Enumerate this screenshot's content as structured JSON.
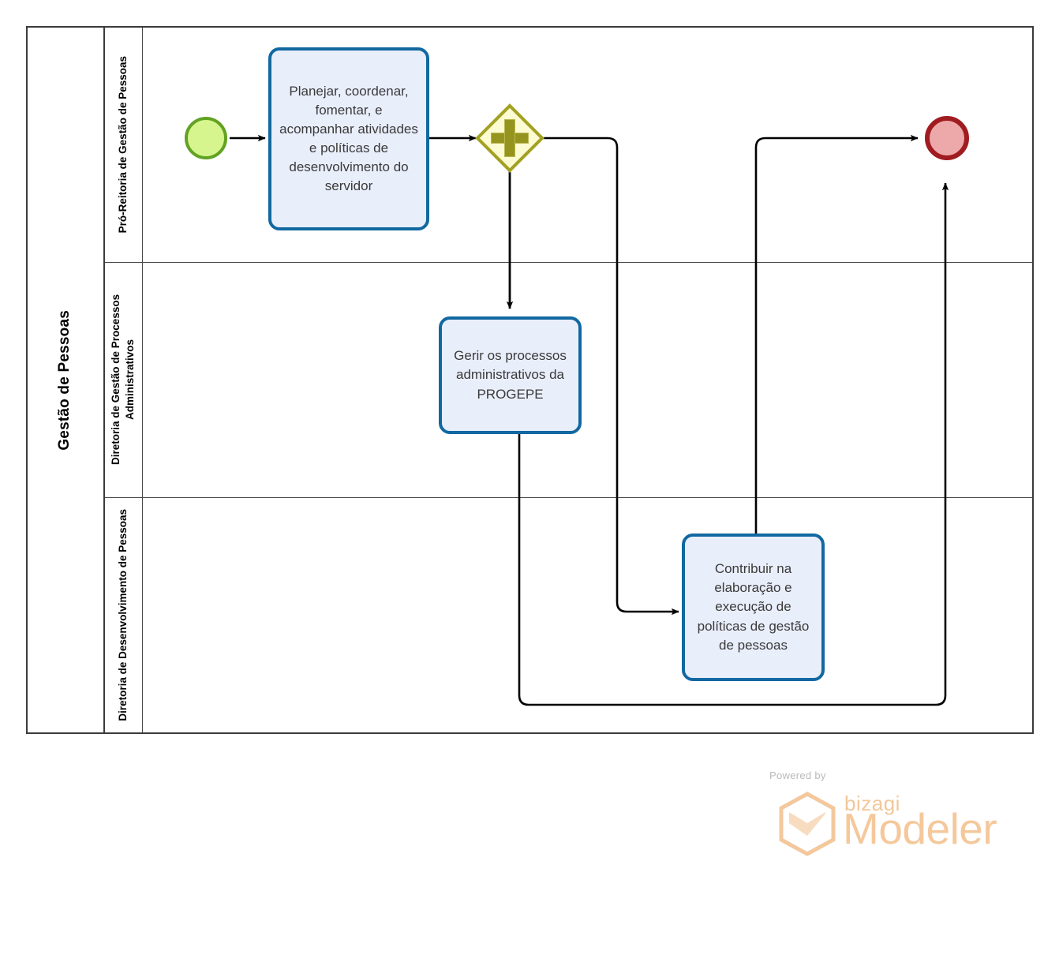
{
  "diagram": {
    "type": "bpmn-process",
    "pool": {
      "label": "Gestão de Pessoas"
    },
    "lanes": [
      {
        "id": "lane-pro-reitoria",
        "label": "Pró-Reitoria de Gestão de Pessoas"
      },
      {
        "id": "lane-processos-administrativos",
        "label": "Diretoria de Gestão de Processos Administrativos"
      },
      {
        "id": "lane-desenvolvimento-pessoas",
        "label": "Diretoria de Desenvolvimento de Pessoas"
      }
    ],
    "nodes": {
      "start_event": {
        "name": "start-event",
        "label": ""
      },
      "task_planejar": {
        "label": "Planejar, coordenar, fomentar, e acompanhar atividades e políticas de desenvolvimento do servidor"
      },
      "gateway_parallel": {
        "name": "parallel-gateway",
        "symbol": "+"
      },
      "task_gerir": {
        "label": "Gerir os processos administrativos da PROGEPE"
      },
      "task_contribuir": {
        "label": "Contribuir na elaboração e execução de políticas de gestão de pessoas"
      },
      "end_event": {
        "name": "end-event",
        "label": ""
      }
    },
    "colors": {
      "start_fill": "#d7f58e",
      "start_stroke": "#62a223",
      "end_fill": "#eda9a9",
      "end_stroke": "#a01c20",
      "task_fill": "#e9eefb",
      "task_stroke": "#1268a0",
      "gateway_fill": "#fdfbd2",
      "gateway_stroke": "#a2a122",
      "lane_stroke": "#3b3b3b",
      "flow_stroke": "#000000"
    }
  },
  "watermark": {
    "powered_by": "Powered by",
    "brand": "bizagi",
    "product": "Modeler"
  }
}
